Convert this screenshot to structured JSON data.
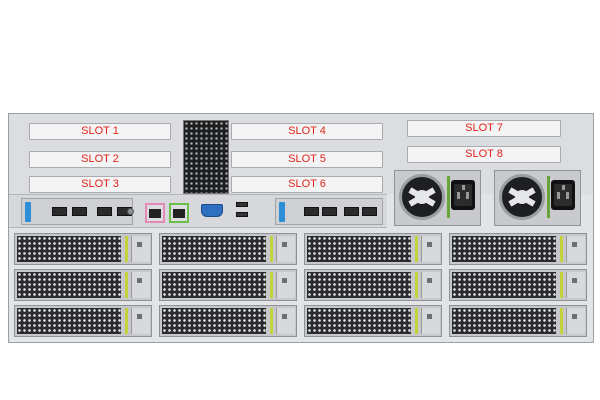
{
  "slots": {
    "slot1": "SLOT 1",
    "slot2": "SLOT 2",
    "slot3": "SLOT 3",
    "slot4": "SLOT 4",
    "slot5": "SLOT 5",
    "slot6": "SLOT 6",
    "slot7": "SLOT 7",
    "slot8": "SLOT 8"
  },
  "colors": {
    "slot_label": "#e2231a",
    "latch_blue": "#2d8fd6",
    "mgmt_port_border": "#e389b5",
    "data_port_border": "#6cc04a",
    "drive_led": "#c5d33a"
  },
  "icons": {
    "fan": "fan-icon",
    "power_socket": "power-socket-icon",
    "vga": "vga-port-icon",
    "usb": "usb-port-icon",
    "rj45": "ethernet-port-icon"
  }
}
